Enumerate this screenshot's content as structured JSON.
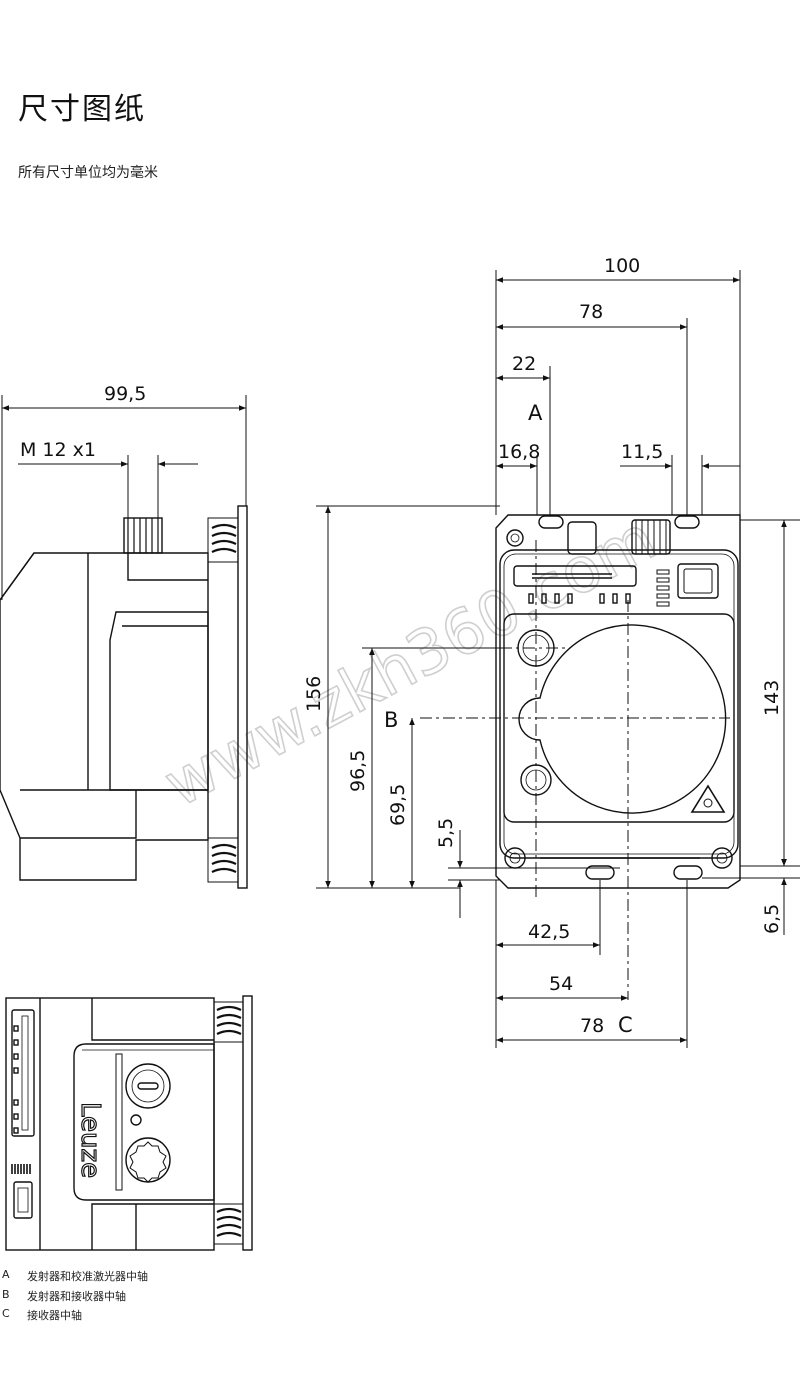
{
  "page": {
    "title": "尺寸图纸",
    "subtitle": "所有尺寸单位均为毫米"
  },
  "watermark": "www.zkh360.com",
  "brand": "Leuze",
  "side_view": {
    "dim_width": "99,5",
    "dim_thread": "M 12 x1"
  },
  "front_view": {
    "dim_top_100": "100",
    "dim_top_78": "78",
    "dim_top_22": "22",
    "dim_top_16_8": "16,8",
    "dim_top_11_5": "11,5",
    "dim_height_156": "156",
    "dim_height_96_5": "96,5",
    "dim_height_69_5": "69,5",
    "dim_5_5": "5,5",
    "dim_143": "143",
    "dim_6_5": "6,5",
    "dim_bottom_42_5": "42,5",
    "dim_bottom_54": "54",
    "dim_bottom_78": "78",
    "label_a": "A",
    "label_b": "B",
    "label_c": "C"
  },
  "legend": [
    {
      "key": "A",
      "text": "发射器和校准激光器中轴"
    },
    {
      "key": "B",
      "text": "发射器和接收器中轴"
    },
    {
      "key": "C",
      "text": "接收器中轴"
    }
  ]
}
